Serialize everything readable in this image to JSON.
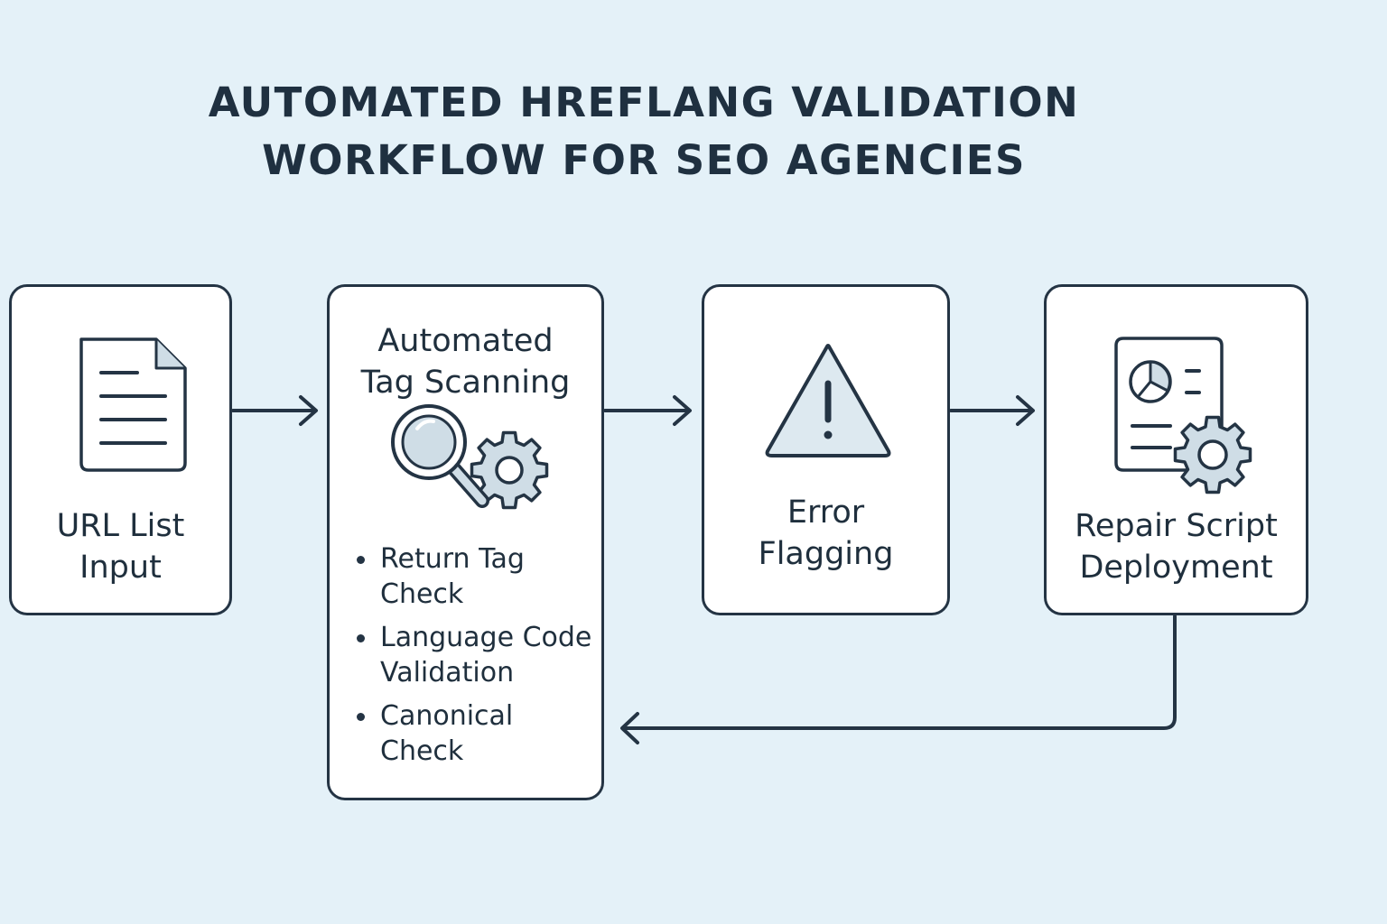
{
  "title": {
    "line1": "AUTOMATED HREFLANG VALIDATION",
    "line2": "WORKFLOW FOR SEO AGENCIES"
  },
  "steps": [
    {
      "label_line1": "URL List",
      "label_line2": "Input",
      "icon": "document-icon"
    },
    {
      "label_line1": "Automated",
      "label_line2": "Tag Scanning",
      "icon": "magnifier-gear-icon",
      "checks": [
        {
          "line1": "Return Tag",
          "line2": "Check"
        },
        {
          "line1": "Language Code",
          "line2": "Validation"
        },
        {
          "line1": "Canonical",
          "line2": "Check"
        }
      ]
    },
    {
      "label_line1": "Error",
      "label_line2": "Flagging",
      "icon": "warning-icon"
    },
    {
      "label_line1": "Repair Script",
      "label_line2": "Deployment",
      "icon": "report-gear-icon"
    }
  ],
  "colors": {
    "background": "#e4f1f8",
    "stroke": "#243444",
    "box_fill": "#ffffff",
    "icon_fill": "#cfdde6"
  }
}
